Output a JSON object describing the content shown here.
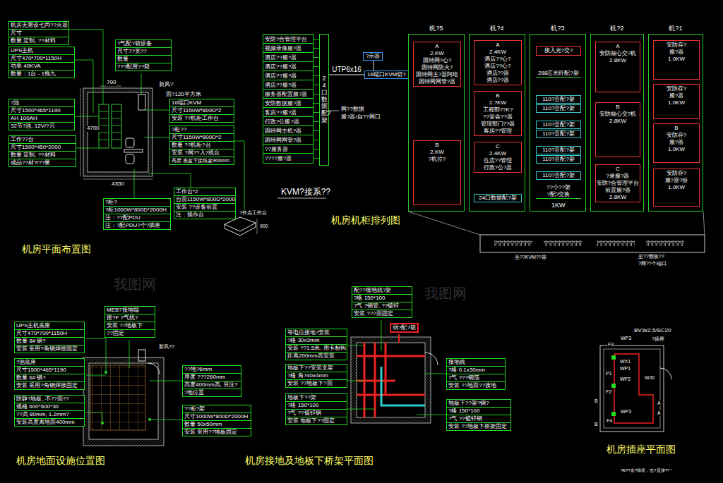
{
  "diagram": {
    "nodes": [
      {
        "text": [
          "机房无需设七丙??火器",
          "尺寸",
          "数量  定制, ??材料"
        ]
      },
      {
        "text": [
          "UPS主机",
          "尺寸470*700*1150H",
          "功率  40KVA",
          "数量：1台 - 1拖九"
        ]
      },
      {
        "text": [
          "?池",
          "尺寸1500*465*1190",
          "AH  100AH",
          "32节?池, 12V/?只"
        ]
      },
      {
        "text": [
          "工作??台",
          "尺寸1500*450*2000",
          "数量  定制, ??材料",
          "成品??材?/??量"
        ]
      },
      {
        "text": [
          "?气配?箱设备",
          "尺寸??宽??",
          "数量",
          "???配用??箱"
        ]
      },
      {
        "text": [
          "16端口KVM",
          "尺寸1150W*800D*2",
          "安装  ??机柜工作台"
        ]
      },
      {
        "text": [
          "?柜??",
          "尺寸1150W*800D*2",
          "数量 ??机柜?台",
          "安装 ?网??入?线台",
          "高度 底盒下接线盒900mm"
        ]
      },
      {
        "text": [
          "?柜?",
          "?柜1000W*800D*2000H",
          "注：??配PDU",
          "注：?配PDU?个?插座"
        ]
      },
      {
        "text": [
          "工作台*2",
          "台面1150W*800D*2000",
          "安装 ??设备前置",
          "注：操作台"
        ]
      },
      {
        "text": [
          "安防?合管理平台",
          "视频录像服?器",
          "酒店??服?器",
          "酒店??服?器",
          "酒店??服?器",
          "酒店??服?器",
          "服务器配置服?器",
          "安防数据服?器",
          "客房??服?器",
          "行政?公服?器",
          "因特网主机?器",
          "因特网网管?器",
          "??服务器",
          "????服?器"
        ]
      },
      {
        "text": [
          "24口数据配?架"
        ]
      },
      {
        "text": [
          "?示器"
        ]
      },
      {
        "text": [
          "16端口KVM切?"
        ]
      },
      {
        "text": [
          "机?5"
        ]
      },
      {
        "text": [
          "A",
          "2.KW",
          "因特网?心?",
          "因特网防火?",
          "因特网主?器阿络",
          "因特网网管?器"
        ],
        "in": 13
      },
      {
        "text": [
          "B",
          "2.KW",
          "?机位?"
        ],
        "in": 13
      },
      {
        "text": [
          "机?4"
        ]
      },
      {
        "text": [
          "A",
          "2.4KW",
          "酒店??心?",
          "酒店??心?",
          "酒店??器",
          "酒店??器"
        ],
        "in": 16
      },
      {
        "text": [
          "B",
          "2.?KW",
          "工程部??K?",
          "??宴会??器",
          "管理部门??器",
          "客房??管理"
        ],
        "in": 16
      },
      {
        "text": [
          "C",
          "2.4KW",
          "住店??管理",
          "行政?公?器"
        ],
        "in": 16
      },
      {
        "text": [
          "24口数据配?架"
        ],
        "in": 16
      },
      {
        "text": [
          "机?3"
        ]
      },
      {
        "text": [
          "接入光?交?"
        ],
        "in": 21
      },
      {
        "text": [
          "288芯光纤配?架"
        ],
        "in": 21
      },
      {
        "text": [
          "110?音配?架"
        ],
        "in": 21
      },
      {
        "text": [
          "110?音配?架"
        ],
        "in": 21
      },
      {
        "text": [
          "110?音配?架"
        ],
        "in": 21
      },
      {
        "text": [
          "110?音配?架"
        ],
        "in": 21
      },
      {
        "text": [
          "110?音配?架"
        ],
        "in": 21
      },
      {
        "text": [
          "110?音配?架"
        ],
        "in": 21
      },
      {
        "text": [
          "110?音配?架"
        ],
        "in": 21
      },
      {
        "text": [
          "??小??架",
          "?配?交换"
        ],
        "in": 21
      },
      {
        "text": [
          "机?2"
        ]
      },
      {
        "text": [
          "A",
          "安防核心交?机",
          "2.8KW"
        ],
        "in": 32
      },
      {
        "text": [
          "B",
          "安防核心交?机",
          "2.8KW"
        ],
        "in": 32
      },
      {
        "text": [
          "C",
          "?录服?器",
          "安防?合管理平台",
          "前置服?器",
          "2.8KW"
        ],
        "in": 32
      },
      {
        "text": [
          "机?1"
        ]
      },
      {
        "text": [
          "安防存?",
          "服?器",
          "1.0KW"
        ],
        "in": 36
      },
      {
        "text": [
          "安防存?",
          "服?器",
          "1.0KW"
        ],
        "in": 36
      },
      {
        "text": [
          "B",
          "安防存?",
          "服?器",
          "1.0KW"
        ],
        "in": 36
      },
      {
        "text": [
          "安防存?",
          "服?器?份",
          "1.0KW"
        ],
        "in": 36
      },
      {
        "text": [
          "UPS主机底座",
          "尺寸470*700*1150H",
          "数量  8# 钢?",
          "安装 采用?角钢焊接固定"
        ]
      },
      {
        "text": [
          "?池底座",
          "尺寸1500*465*1190",
          "数量  6# 钢?",
          "安装 采用?角钢焊接固定"
        ]
      },
      {
        "text": [
          "防静?地板, 不??面??",
          "规格 600*600*30",
          "??高 80mm, 1.2mm?",
          "安装高度离地面400mm"
        ]
      },
      {
        "text": [
          "MEB?接地端",
          "接?F ?气线?",
          "安装 ??地板下",
          "??固定"
        ]
      },
      {
        "text": [
          "??地?6mm",
          "厚度 ???260mm",
          "高度400mm高, 另注?",
          "?地位置"
        ]
      },
      {
        "text": [
          "??柜?架",
          "尺寸1000W*800D*2000H",
          "数量 50x50mm",
          "安装 采用??地板固定"
        ]
      },
      {
        "text": [
          "配??接地线?架",
          "?格 150*100",
          "?气 ?钢管, ??镀锌",
          "安装 ???面固定"
        ]
      },
      {
        "text": [
          "等电位接地?安装",
          "?格 30x3mm",
          "安装 ??1.5米, 用卡相钩",
          "距离200mm高安装"
        ]
      },
      {
        "text": [
          "地板下??安装支架",
          "?格 角?40x4mm",
          "安装 ??地板下?面"
        ]
      },
      {
        "text": [
          "地板下??架",
          "?格 150*100",
          "?气 ??镀锌钢",
          "安装 地板下??固定"
        ]
      },
      {
        "text": [
          "弱?配?箱"
        ]
      },
      {
        "text": [
          "接地线",
          "?格 0.1x30mm",
          "?气 ???铜箔",
          "安装 ??地面??接地"
        ]
      },
      {
        "text": [
          "地板下??架?钢?",
          "?格 150*100",
          "?气 ??镀锌钢",
          "安装 ??地板下桥架固定"
        ]
      }
    ],
    "edges": [
      {
        "from": 10,
        "to": 12,
        "label": "UTP6x16",
        "arrow": "none"
      },
      {
        "from": 11,
        "to": 12,
        "arrow": "none"
      }
    ],
    "labels": [
      "机房平面布置图",
      "机房机柜排列图",
      "机房地面设施位置图",
      "机房接地及地板下桥架平面图",
      "机房插座平面图",
      "KVM?接系??",
      "网??数据",
      "服?器/自??网口",
      "700",
      "4700",
      "4350",
      "新风?",
      "面?120平方米",
      "900",
      "?作点工作台",
      "1KW",
      "至??KVM??器",
      "至??面板??",
      "?网??个端口",
      "新风??",
      "BV3x2.5/SC20",
      "?插座",
      "F3",
      "WP3",
      "WX1",
      "WP1",
      "P1",
      "WP2",
      "F2",
      "WJ0",
      "WP3",
      "F4",
      "A",
      "A",
      "B",
      "B",
      "?E??金?插座，也?直接?? °",
      "我图网",
      "我图网"
    ]
  }
}
